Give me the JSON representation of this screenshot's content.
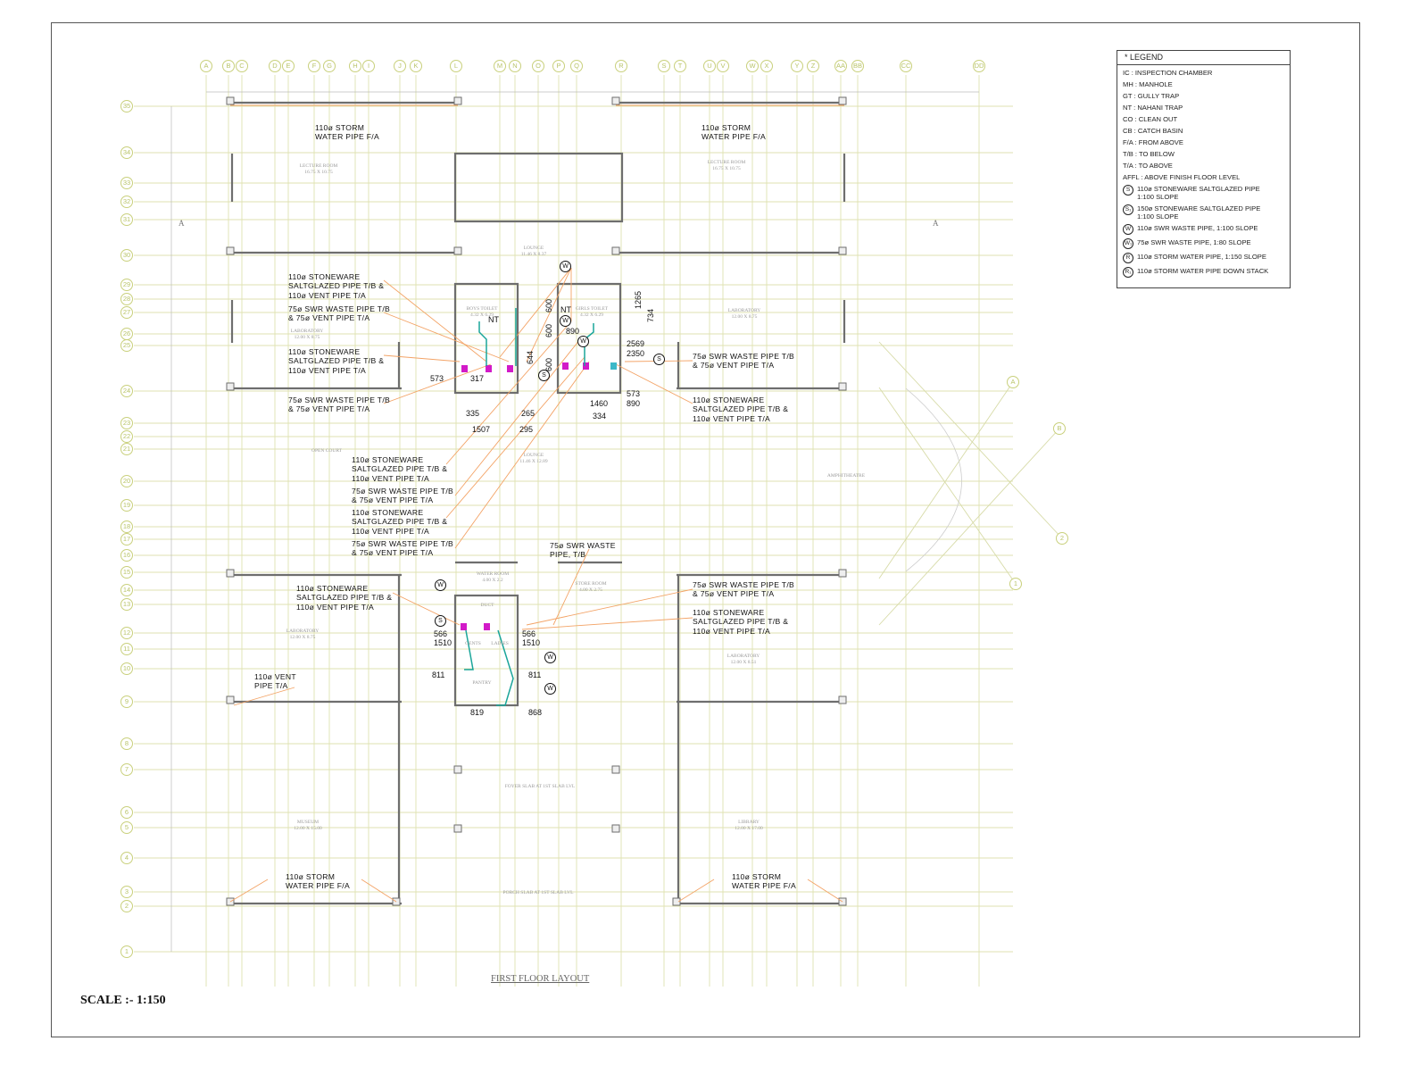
{
  "columns": [
    "A",
    "B",
    "C",
    "D",
    "E",
    "F",
    "G",
    "H",
    "I",
    "J",
    "K",
    "L",
    "M",
    "N",
    "O",
    "P",
    "Q",
    "R",
    "S",
    "T",
    "U",
    "V",
    "W",
    "X",
    "Y",
    "Z",
    "AA",
    "BB",
    "CC",
    "DD"
  ],
  "rows": [
    "35",
    "34",
    "33",
    "32",
    "31",
    "30",
    "29",
    "28",
    "27",
    "26",
    "25",
    "24",
    "23",
    "22",
    "21",
    "20",
    "19",
    "18",
    "17",
    "16",
    "15",
    "14",
    "13",
    "12",
    "11",
    "10",
    "9",
    "8",
    "7",
    "6",
    "5",
    "4",
    "3",
    "2",
    "1"
  ],
  "radial_grid": [
    "A",
    "B",
    "2",
    "1"
  ],
  "section_marks": [
    "A",
    "A"
  ],
  "legend": {
    "title": "* LEGEND",
    "abbreviations": [
      "IC   : INSPECTION CHAMBER",
      "MH : MANHOLE",
      "GT : GULLY TRAP",
      "NT : NAHANI TRAP",
      "CO : CLEAN OUT",
      "CB : CATCH BASIN",
      "F/A : FROM ABOVE",
      "T/B : TO BELOW",
      "T/A : TO ABOVE",
      "AFFL : ABOVE FINISH FLOOR LEVEL"
    ],
    "symbols": [
      {
        "sym": "S",
        "text": "110ø STONEWARE SALTGLAZED PIPE\n1:100 SLOPE"
      },
      {
        "sym": "S₁",
        "text": "150ø STONEWARE SALTGLAZED PIPE\n1:100 SLOPE"
      },
      {
        "sym": "W",
        "text": "110ø SWR WASTE PIPE, 1:100 SLOPE"
      },
      {
        "sym": "W₁",
        "text": "75ø SWR WASTE PIPE, 1:80 SLOPE"
      },
      {
        "sym": "R",
        "text": "110ø STORM WATER PIPE, 1:150 SLOPE"
      },
      {
        "sym": "R₁",
        "text": "110ø STORM WATER PIPE DOWN STACK"
      }
    ]
  },
  "notes": [
    "110ø STORM\nWATER PIPE F/A",
    "110ø STORM\nWATER PIPE F/A",
    "110ø STONEWARE\nSALTGLAZED PIPE T/B &\n110ø VENT PIPE T/A",
    "75ø SWR WASTE PIPE T/B\n& 75ø VENT PIPE T/A",
    "110ø STONEWARE\nSALTGLAZED PIPE T/B &\n110ø VENT PIPE T/A",
    "75ø SWR WASTE PIPE T/B\n& 75ø VENT PIPE T/A",
    "110ø STONEWARE\nSALTGLAZED PIPE T/B &\n110ø VENT PIPE T/A",
    "75ø SWR WASTE PIPE T/B\n& 75ø VENT PIPE T/A",
    "110ø STONEWARE\nSALTGLAZED PIPE T/B &\n110ø VENT PIPE T/A",
    "75ø SWR WASTE PIPE T/B\n& 75ø VENT PIPE T/A",
    "75ø SWR WASTE\nPIPE, T/B",
    "110ø STONEWARE\nSALTGLAZED PIPE T/B &\n110ø VENT PIPE T/A",
    "75ø SWR WASTE PIPE T/B\n& 75ø VENT PIPE T/A",
    "110ø STONEWARE\nSALTGLAZED PIPE T/B &\n110ø VENT PIPE T/A",
    "75ø SWR WASTE PIPE T/B\n& 75ø VENT PIPE T/A",
    "110ø STONEWARE\nSALTGLAZED PIPE T/B &\n110ø VENT PIPE T/A",
    "110ø VENT\nPIPE T/A",
    "110ø STORM\nWATER PIPE F/A",
    "110ø STORM\nWATER PIPE F/A"
  ],
  "dims": [
    "573",
    "317",
    "335",
    "265",
    "1507",
    "295",
    "890",
    "2569",
    "2350",
    "573",
    "890",
    "1460",
    "334",
    "566\n1510",
    "566\n1510",
    "811",
    "811",
    "819",
    "868",
    "NT",
    "NT"
  ],
  "dims_vertical": [
    "644",
    "600",
    "600",
    "600",
    "1265",
    "734"
  ],
  "rooms": [
    "LECTURE ROOM\n16.75 X 10.75",
    "LECTURE ROOM\n16.75 X 10.75",
    "LOUNGE\n11.46 X 8.37",
    "LABORATORY\n12.00 X 8.75",
    "LABORATORY\n12.00 X 8.75",
    "BOYS TOILET\n4.32 X 6.29",
    "GIRLS TOILET\n4.32 X 6.29",
    "OPEN COURT",
    "LOUNGE\n11.46 X 12.89",
    "AMPHITHEATRE",
    "WATER ROOM\n4.00 X 2.2",
    "STORE ROOM\n4.00 X 2.75",
    "DUCT",
    "GENTS",
    "LADIES",
    "PANTRY",
    "LABORATORY\n12.00 X 8.75",
    "LABORATORY\n12.00 X 8.51",
    "FOYER SLAB AT 1ST SLAB LVL",
    "MUSEUM\n12.00 X 15.00",
    "LIBRARY\n12.00 X 17.00",
    "PORCH SLAB AT 1ST SLAB LVL"
  ],
  "symbols": [
    "W",
    "W",
    "W",
    "S",
    "S",
    "W",
    "S",
    "W",
    "W",
    "W"
  ],
  "title": "FIRST FLOOR LAYOUT",
  "scale": "SCALE :-  1:150",
  "colors": {
    "grid": "#dfe2b0",
    "leader": "#f3a366",
    "wall": "#6e6e6e",
    "fixture": "#d21ac8",
    "pipe": "#1aa59a"
  }
}
